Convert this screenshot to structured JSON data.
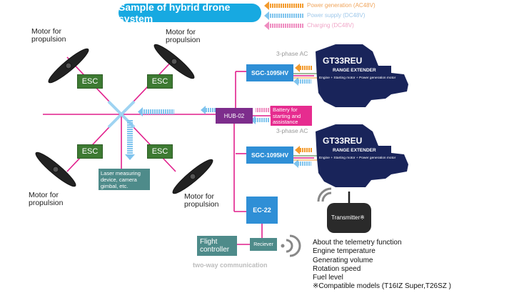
{
  "title": "Sample of hybrid drone system",
  "legend": [
    {
      "label": "Power generation (AC48V)",
      "color": "#f39a2c"
    },
    {
      "label": "Power supply (DC48V)",
      "color": "#7fc4ee"
    },
    {
      "label": "Charging (DC48V)",
      "color": "#ef8cc0"
    }
  ],
  "colors": {
    "frame_line": "#e11f8c",
    "wire": "#e11f8c",
    "esc": "#3d7a32",
    "controller": "#2f8fd6",
    "hub": "#7d2d8c",
    "battery": "#e62c8f",
    "aux": "#4e8b8a",
    "engine": "#19245a"
  },
  "motors": {
    "label_line1": "Motor for",
    "label_line2": "propulsion"
  },
  "esc_label": "ESC",
  "laser_line1": "Laser measuring",
  "laser_line2": "device, camera",
  "laser_line3": "gimbal, etc.",
  "hub_label": "HUB-02",
  "battery_line1": "Battery for",
  "battery_line2": "starting and",
  "battery_line3": "assistance",
  "generator_label": "SGC-1095HV",
  "ac_label": "3-phase AC",
  "engine": {
    "name": "GT33REU",
    "subtitle": "RANGE EXTENDER",
    "desc": "Engine + Starting motor + Power generation motor"
  },
  "ec_label": "EC-22",
  "flight_controller_line1": "Flight",
  "flight_controller_line2": "controller",
  "receiver_label": "Reciever",
  "two_way": "two-way communication",
  "transmitter_label": "Transmitter※",
  "telemetry_items": [
    "About the telemetry function",
    "Engine temperature",
    "Generating volume",
    "Rotation speed",
    "Fuel level"
  ],
  "compatible": "※Compatible models (T16IZ Super,T26SZ )"
}
